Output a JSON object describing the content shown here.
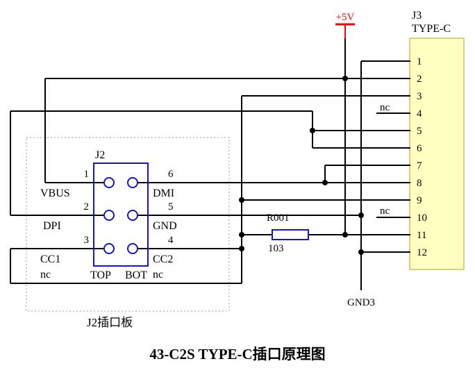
{
  "title": "43-C2S TYPE-C插口原理图",
  "power": {
    "label": "+5V"
  },
  "ground": {
    "label": "GND3"
  },
  "resistor": {
    "ref": "R001",
    "value": "103"
  },
  "j3": {
    "ref": "J3",
    "type": "TYPE-C",
    "pins": [
      "1",
      "2",
      "3",
      "4",
      "5",
      "6",
      "7",
      "8",
      "9",
      "10",
      "11",
      "12"
    ],
    "nc_top": "nc",
    "nc_bottom": "nc"
  },
  "j2": {
    "ref": "J2",
    "board_label": "J2插口板",
    "left_pins": [
      {
        "num": "1",
        "name": "VBUS"
      },
      {
        "num": "2",
        "name": "DPI"
      },
      {
        "num": "3",
        "name": "CC1"
      }
    ],
    "right_pins": [
      {
        "num": "6",
        "name": "DMI"
      },
      {
        "num": "5",
        "name": "GND"
      },
      {
        "num": "4",
        "name": "CC2"
      }
    ],
    "left_nc": "nc",
    "right_nc": "nc",
    "top_label": "TOP",
    "bot_label": "BOT"
  },
  "colors": {
    "wire": "#000000",
    "power_red": "#ff0000",
    "component_blue": "#1414c8",
    "connector_fill": "#ffffc2"
  }
}
